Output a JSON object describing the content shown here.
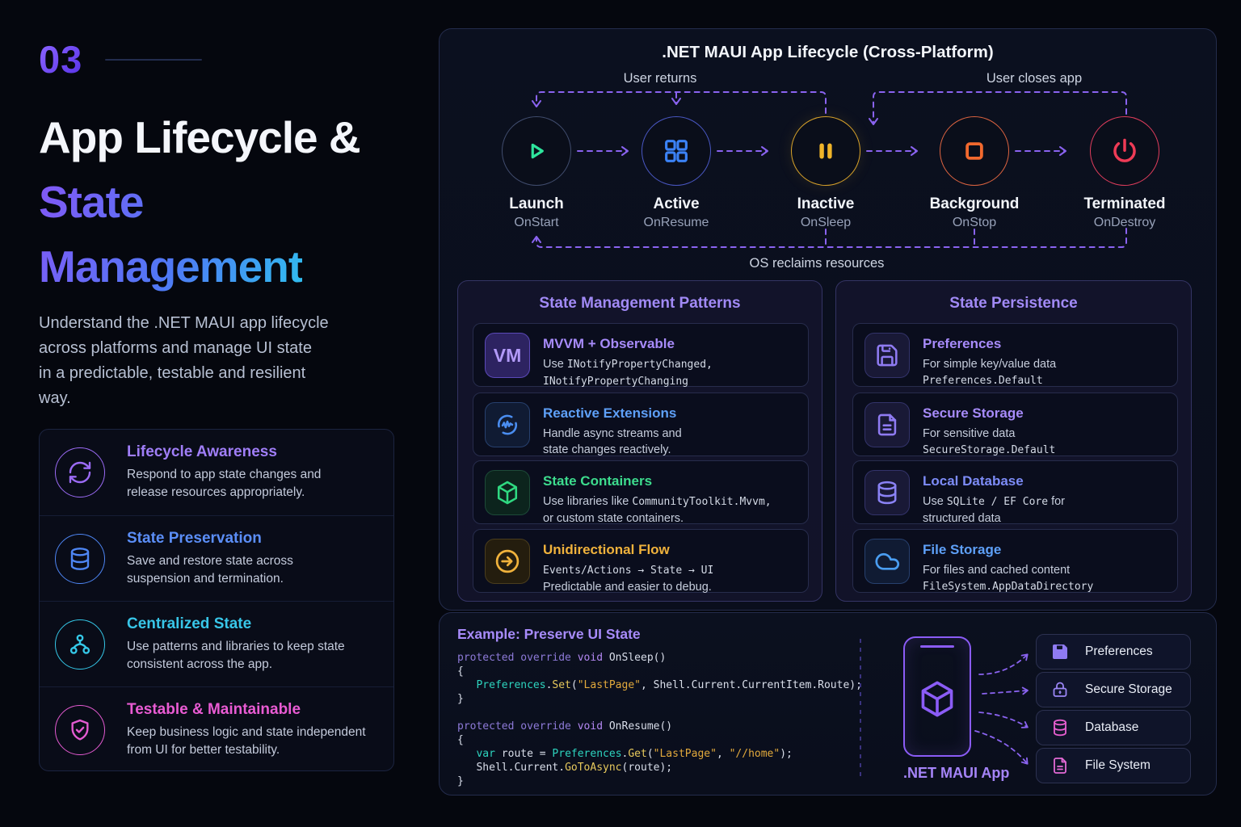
{
  "page": {
    "number": "03"
  },
  "hero": {
    "title_line1": "App Lifecycle &",
    "title_gradient": "State\nManagement",
    "intro": "Understand the .NET MAUI app lifecycle\nacross platforms and manage UI state\nin a predictable, testable and resilient\nway."
  },
  "features": {
    "items": [
      {
        "icon": "refresh-icon",
        "title": "Lifecycle Awareness",
        "desc": "Respond to app state changes and\nrelease resources appropriately."
      },
      {
        "icon": "database-icon",
        "title": "State Preservation",
        "desc": "Save and restore state across\nsuspension and termination."
      },
      {
        "icon": "hierarchy-icon",
        "title": "Centralized State",
        "desc": "Use patterns and libraries to keep state\nconsistent across the app."
      },
      {
        "icon": "shield-check-icon",
        "title": "Testable & Maintainable",
        "desc": "Keep business logic and state independent\nfrom UI for better testability."
      }
    ]
  },
  "lifecycle": {
    "title": ".NET MAUI App Lifecycle (Cross-Platform)",
    "annotations": {
      "user_returns": "User returns",
      "user_closes": "User closes app",
      "os_reclaims": "OS reclaims resources"
    },
    "nodes": [
      {
        "icon": "play-icon",
        "name": "Launch",
        "handler": "OnStart",
        "color": "#2ee59d"
      },
      {
        "icon": "grid-icon",
        "name": "Active",
        "handler": "OnResume",
        "color": "#3b82f6"
      },
      {
        "icon": "pause-icon",
        "name": "Inactive",
        "handler": "OnSleep",
        "color": "#f0b429"
      },
      {
        "icon": "stop-icon",
        "name": "Background",
        "handler": "OnStop",
        "color": "#f2692e"
      },
      {
        "icon": "power-icon",
        "name": "Terminated",
        "handler": "OnDestroy",
        "color": "#ef3b56"
      }
    ]
  },
  "patterns": {
    "title": "State Management Patterns",
    "items": [
      {
        "icon": "vm-badge",
        "badge": "VM",
        "title": "MVVM + Observable",
        "desc1": [
          [
            "s",
            "Use "
          ],
          [
            "m",
            "INotifyPropertyChanged,"
          ]
        ],
        "desc2": [
          [
            "m",
            "INotifyPropertyChanging"
          ]
        ]
      },
      {
        "icon": "wave-icon",
        "title": "Reactive Extensions",
        "desc1": [
          [
            "s",
            "Handle async streams and"
          ]
        ],
        "desc2": [
          [
            "s",
            "state changes reactively."
          ]
        ]
      },
      {
        "icon": "cube-icon",
        "title": "State Containers",
        "desc1": [
          [
            "s",
            "Use libraries like "
          ],
          [
            "m",
            "CommunityToolkit.Mvvm,"
          ]
        ],
        "desc2": [
          [
            "s",
            "or custom state containers."
          ]
        ]
      },
      {
        "icon": "arrow-right-circle-icon",
        "title": "Unidirectional Flow",
        "desc1": [
          [
            "m",
            "Events/Actions → State → UI"
          ]
        ],
        "desc2": [
          [
            "s",
            "Predictable and easier to debug."
          ]
        ]
      }
    ]
  },
  "persistence": {
    "title": "State Persistence",
    "items": [
      {
        "icon": "floppy-icon",
        "title": "Preferences",
        "desc1": [
          [
            "s",
            "For simple key/value data"
          ]
        ],
        "desc2": [
          [
            "m",
            "Preferences.Default"
          ]
        ]
      },
      {
        "icon": "document-icon",
        "title": "Secure Storage",
        "desc1": [
          [
            "s",
            "For sensitive data"
          ]
        ],
        "desc2": [
          [
            "m",
            "SecureStorage.Default"
          ]
        ]
      },
      {
        "icon": "database-icon",
        "title": "Local Database",
        "desc1": [
          [
            "s",
            "Use "
          ],
          [
            "m",
            "SQLite / EF Core"
          ],
          [
            "s",
            " for"
          ]
        ],
        "desc2": [
          [
            "s",
            "structured data"
          ]
        ]
      },
      {
        "icon": "cloud-icon",
        "title": "File Storage",
        "desc1": [
          [
            "s",
            "For files and cached content"
          ]
        ],
        "desc2": [
          [
            "m",
            "FileSystem.AppDataDirectory"
          ]
        ]
      }
    ]
  },
  "example": {
    "title": "Example: Preserve UI State",
    "code_lines": [
      [
        [
          "kw",
          "protected override "
        ],
        [
          "kw2",
          "void "
        ],
        [
          "pl",
          "OnSleep()"
        ]
      ],
      [
        [
          "pl",
          "{"
        ]
      ],
      [
        [
          "pl",
          "   "
        ],
        [
          "ty",
          "Preferences"
        ],
        [
          "pl",
          "."
        ],
        [
          "fn",
          "Set"
        ],
        [
          "pl",
          "("
        ],
        [
          "str",
          "\"LastPage\""
        ],
        [
          "pl",
          ", Shell.Current.CurrentItem.Route);"
        ]
      ],
      [
        [
          "pl",
          "}"
        ]
      ],
      [],
      [
        [
          "kw",
          "protected override "
        ],
        [
          "kw2",
          "void "
        ],
        [
          "pl",
          "OnResume()"
        ]
      ],
      [
        [
          "pl",
          "{"
        ]
      ],
      [
        [
          "pl",
          "   "
        ],
        [
          "ty",
          "var"
        ],
        [
          "pl",
          " route = "
        ],
        [
          "ty",
          "Preferences"
        ],
        [
          "pl",
          "."
        ],
        [
          "fn",
          "Get"
        ],
        [
          "pl",
          "("
        ],
        [
          "str",
          "\"LastPage\""
        ],
        [
          "pl",
          ", "
        ],
        [
          "str",
          "\"//home\""
        ],
        [
          "pl",
          ");"
        ]
      ],
      [
        [
          "pl",
          "   Shell.Current."
        ],
        [
          "fn",
          "GoToAsync"
        ],
        [
          "pl",
          "(route);"
        ]
      ],
      [
        [
          "pl",
          "}"
        ]
      ]
    ],
    "app_label": ".NET MAUI App",
    "targets": [
      {
        "icon": "floppy-icon",
        "label": "Preferences"
      },
      {
        "icon": "lock-icon",
        "label": "Secure Storage"
      },
      {
        "icon": "database-icon",
        "label": "Database"
      },
      {
        "icon": "file-icon",
        "label": "File System"
      }
    ]
  },
  "colors": {
    "accent_purple": "#8b5cf6",
    "arrow_purple": "#8a63f0",
    "launch_green": "#2ee59d",
    "active_blue": "#3b82f6",
    "inactive_amber": "#f0b429",
    "background_orange": "#f2692e",
    "terminated_red": "#ef3b56",
    "pink": "#e35ad0",
    "cyan": "#35c8e8"
  }
}
